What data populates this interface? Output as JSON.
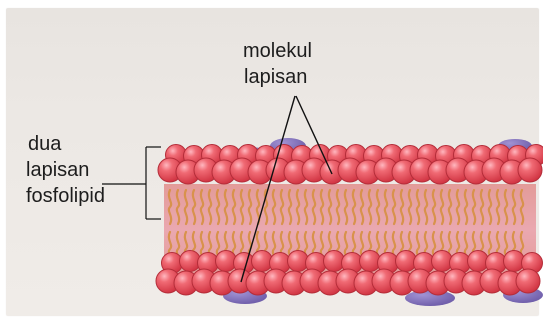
{
  "labels": {
    "molekul_lapisan_line1": "molekul",
    "molekul_lapisan_line2": "lapisan",
    "dua_lapisan_line1": "dua",
    "dua_lapisan_line2": "lapisan",
    "dua_lapisan_line3": "fosfolipid"
  },
  "colors": {
    "paper": "#ece8e4",
    "head": "#e84b55",
    "head_highlight": "#ffb7bf",
    "tail": "#d8924c",
    "membrane_fill": "#e8a3a8",
    "protein": "#7b66b5",
    "text": "#1d1d1d"
  },
  "icons": {
    "top_heads": "phospholipid-head-icon",
    "tails": "fatty-acid-tail-icon",
    "proteins": "membrane-protein-icon"
  }
}
